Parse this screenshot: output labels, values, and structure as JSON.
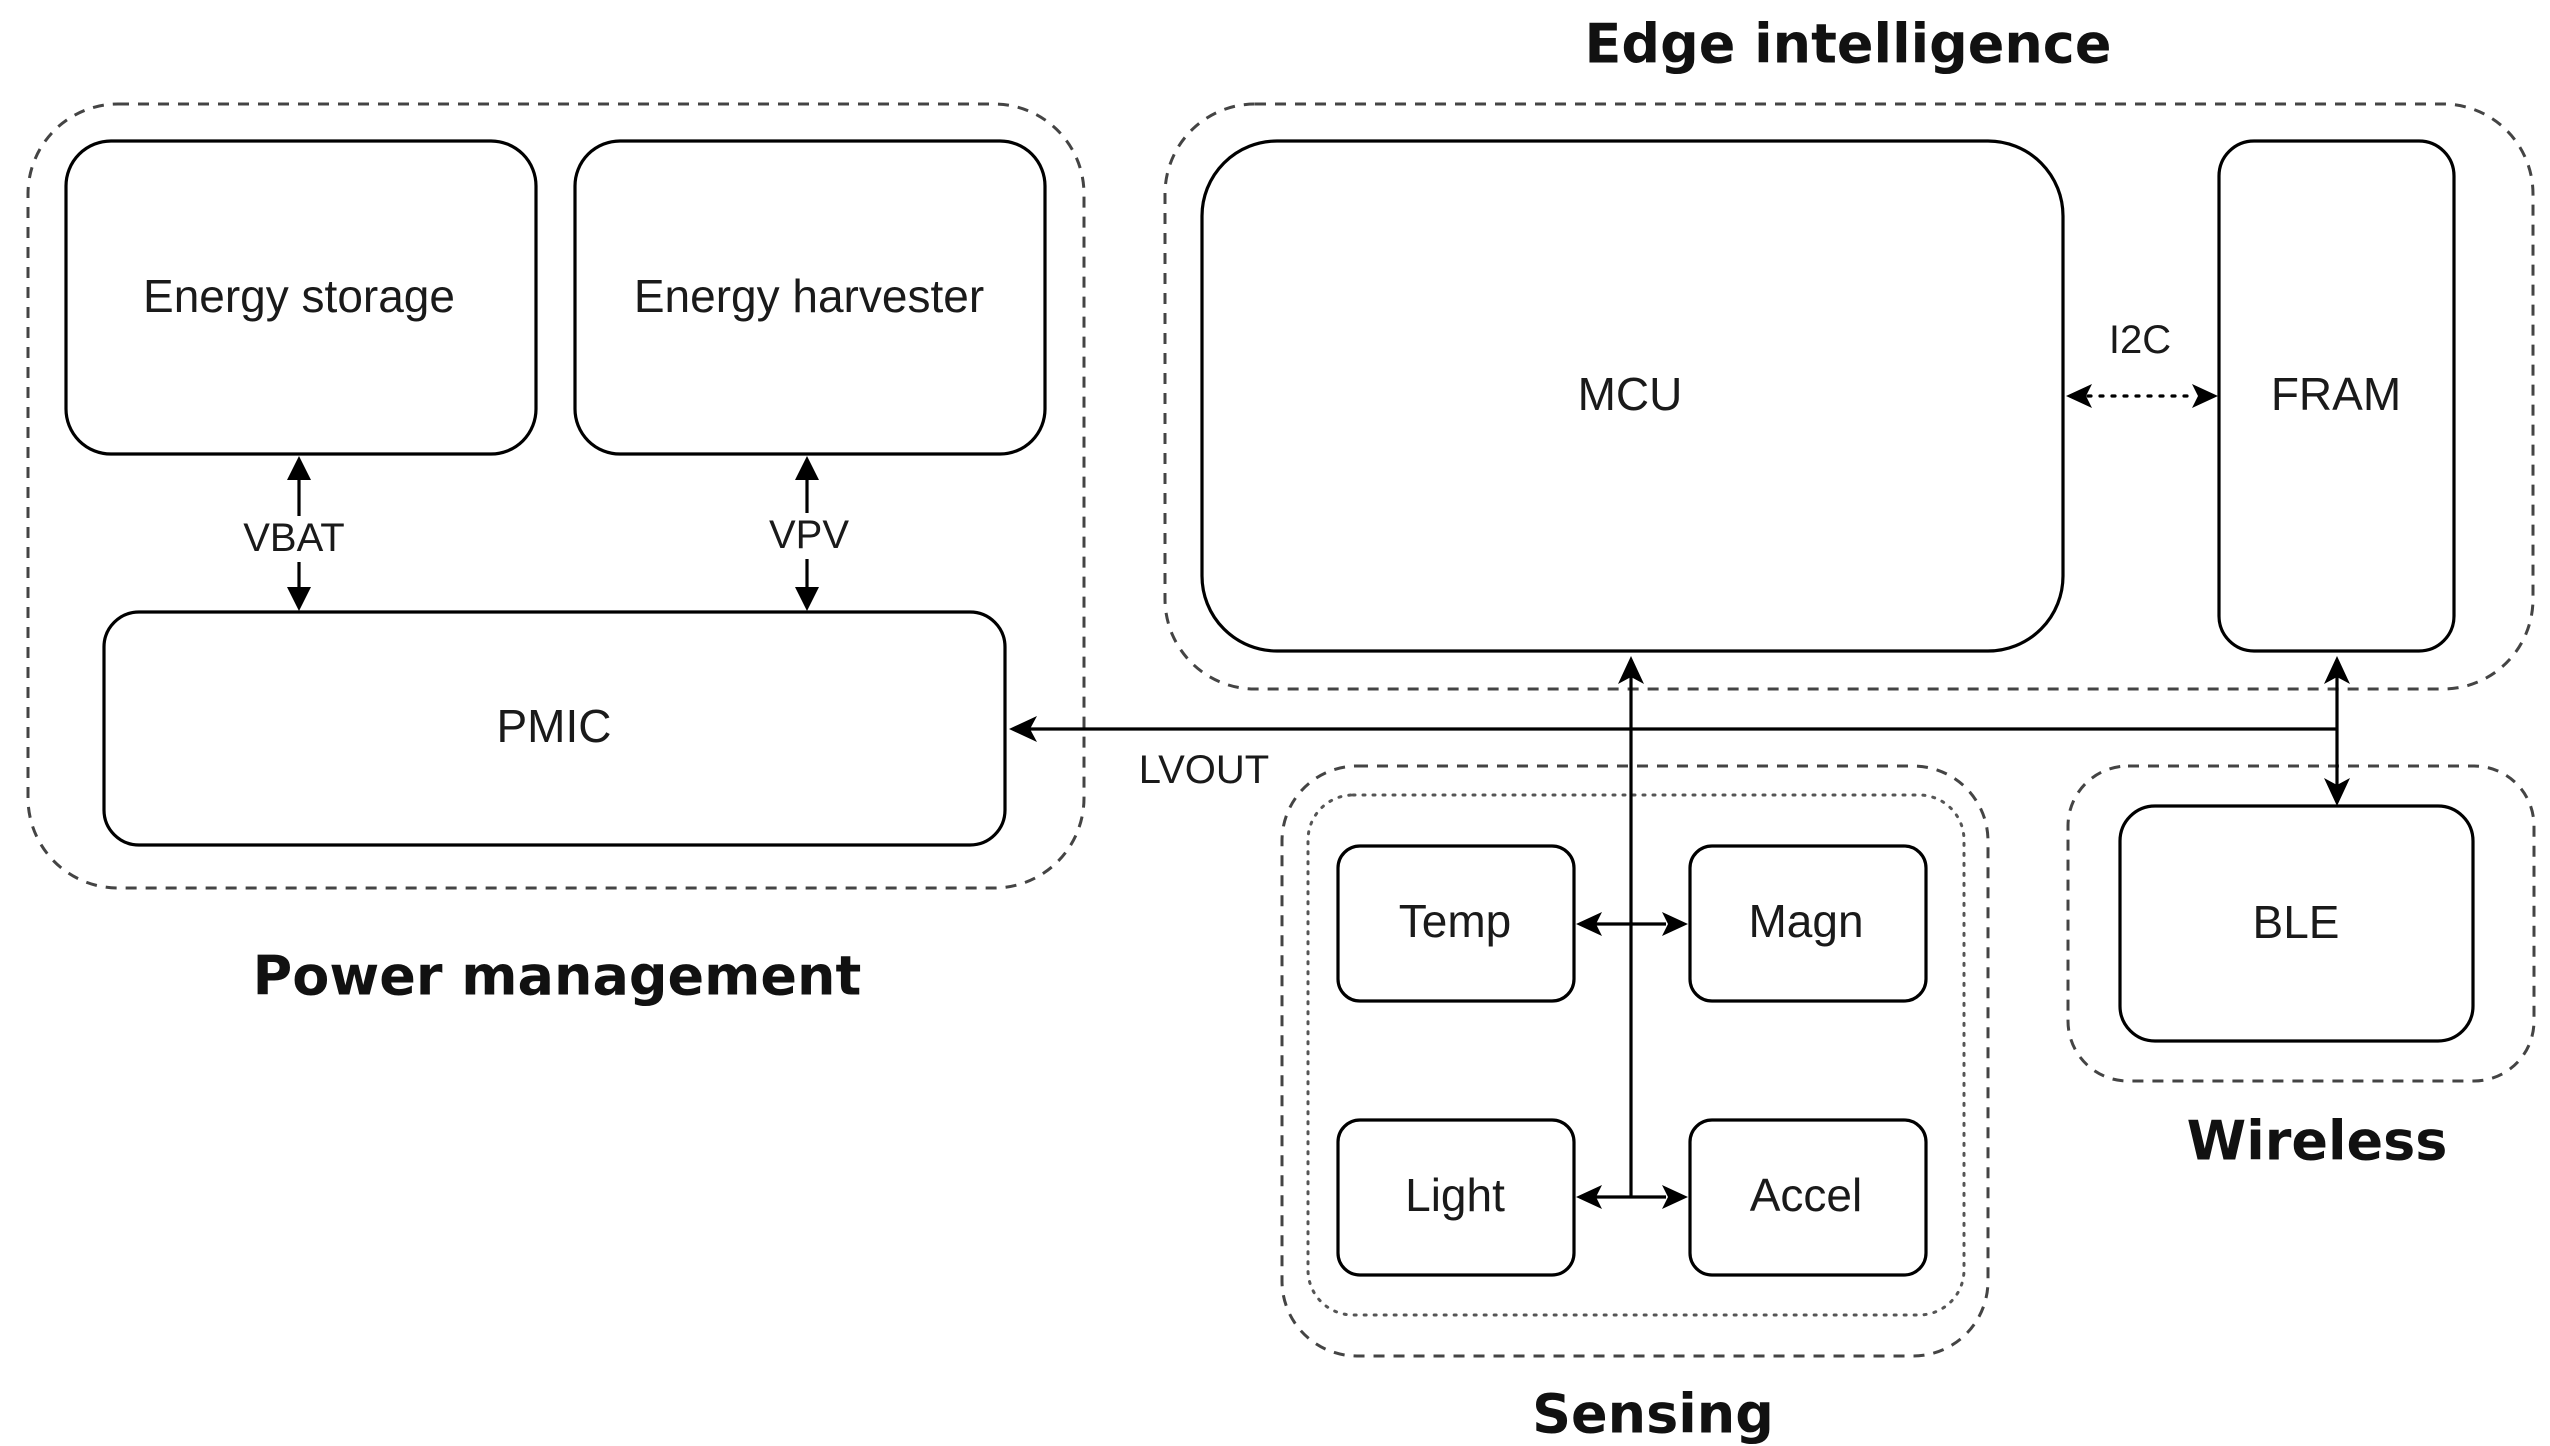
{
  "groups": {
    "power_management": "Power management",
    "edge_intelligence": "Edge intelligence",
    "sensing": "Sensing",
    "wireless": "Wireless"
  },
  "blocks": {
    "energy_storage": "Energy storage",
    "energy_harvester": "Energy harvester",
    "pmic": "PMIC",
    "mcu": "MCU",
    "fram": "FRAM",
    "temp": "Temp",
    "magn": "Magn",
    "light": "Light",
    "accel": "Accel",
    "ble": "BLE"
  },
  "connections": {
    "vbat": "VBAT",
    "vpv": "VPV",
    "i2c": "I2C",
    "lvout": "LVOUT"
  }
}
